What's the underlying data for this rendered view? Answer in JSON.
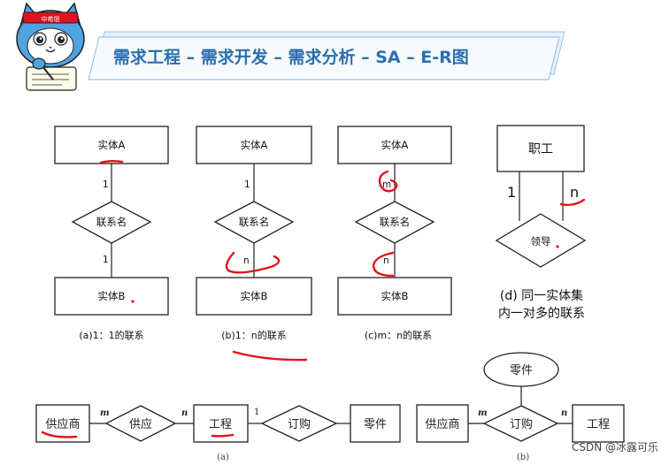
{
  "header": {
    "title": "需求工程 – 需求开发 – 需求分析 – SA – E-R图"
  },
  "mascot": {
    "headband": "中希氓"
  },
  "diagram_a": {
    "entity_top": "实体A",
    "relation": "联系名",
    "entity_bottom": "实体B",
    "card_top": "1",
    "card_bottom": "1",
    "caption": "(a)1：1的联系"
  },
  "diagram_b": {
    "entity_top": "实体A",
    "relation": "联系名",
    "entity_bottom": "实体B",
    "card_top": "1",
    "card_bottom": "n",
    "caption": "(b)1：n的联系"
  },
  "diagram_c": {
    "entity_top": "实体A",
    "relation": "联系名",
    "entity_bottom": "实体B",
    "card_top": "m",
    "card_bottom": "n",
    "caption": "(c)m：n的联系"
  },
  "diagram_d": {
    "entity": "职工",
    "relation": "领导",
    "card_left": "1",
    "card_right": "n",
    "caption_line1": "(d) 同一实体集",
    "caption_line2": "内一对多的联系"
  },
  "bottom_a": {
    "supplier": "供应商",
    "supply": "供应",
    "project": "工程",
    "order": "订购",
    "part": "零件",
    "card_m": "m",
    "card_n": "n",
    "card_1": "1",
    "caption": "(a)"
  },
  "bottom_b": {
    "supplier": "供应商",
    "order": "订购",
    "project": "工程",
    "part": "零件",
    "card_m": "m",
    "card_n": "n",
    "caption": "(b)"
  },
  "watermark": "CSDN @冰露可乐",
  "colors": {
    "title": "#2a6fb0",
    "annotation": "#e0141e",
    "mascot": "#4fa3e0",
    "banner": "#e7f1fb"
  }
}
